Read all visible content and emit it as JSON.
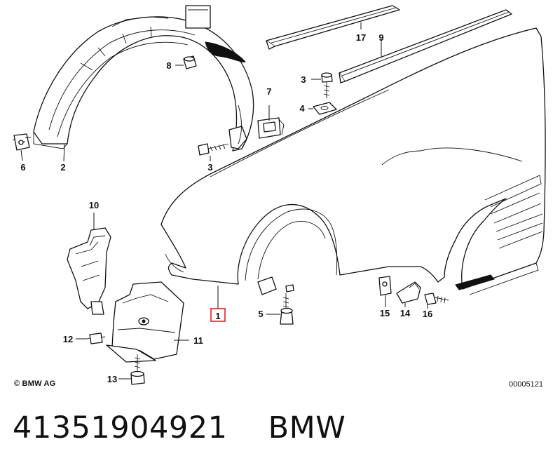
{
  "callouts": {
    "c1": "1",
    "c2": "2",
    "c3a": "3",
    "c3b": "3",
    "c4": "4",
    "c5": "5",
    "c6": "6",
    "c7": "7",
    "c8": "8",
    "c9": "9",
    "c10": "10",
    "c11": "11",
    "c12": "12",
    "c13": "13",
    "c14": "14",
    "c15": "15",
    "c16": "16",
    "c17": "17"
  },
  "highlighted_callout": "1",
  "highlight_color": "#e02020",
  "copyright": "© BMW AG",
  "diagram_id": "00005121",
  "footer": {
    "part_number": "41351904921",
    "brand": "BMW"
  }
}
